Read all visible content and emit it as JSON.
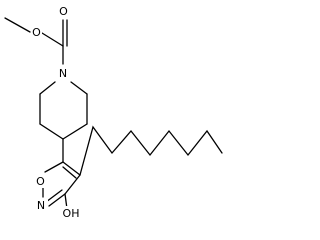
{
  "molecule": {
    "atoms": {
      "carbonyl_oxygen": "O",
      "ester_oxygen": "O",
      "ring_nitrogen": "N",
      "isoxazole_oxygen": "O",
      "isoxazole_nitrogen": "N",
      "hydroxyl": "OH"
    }
  }
}
